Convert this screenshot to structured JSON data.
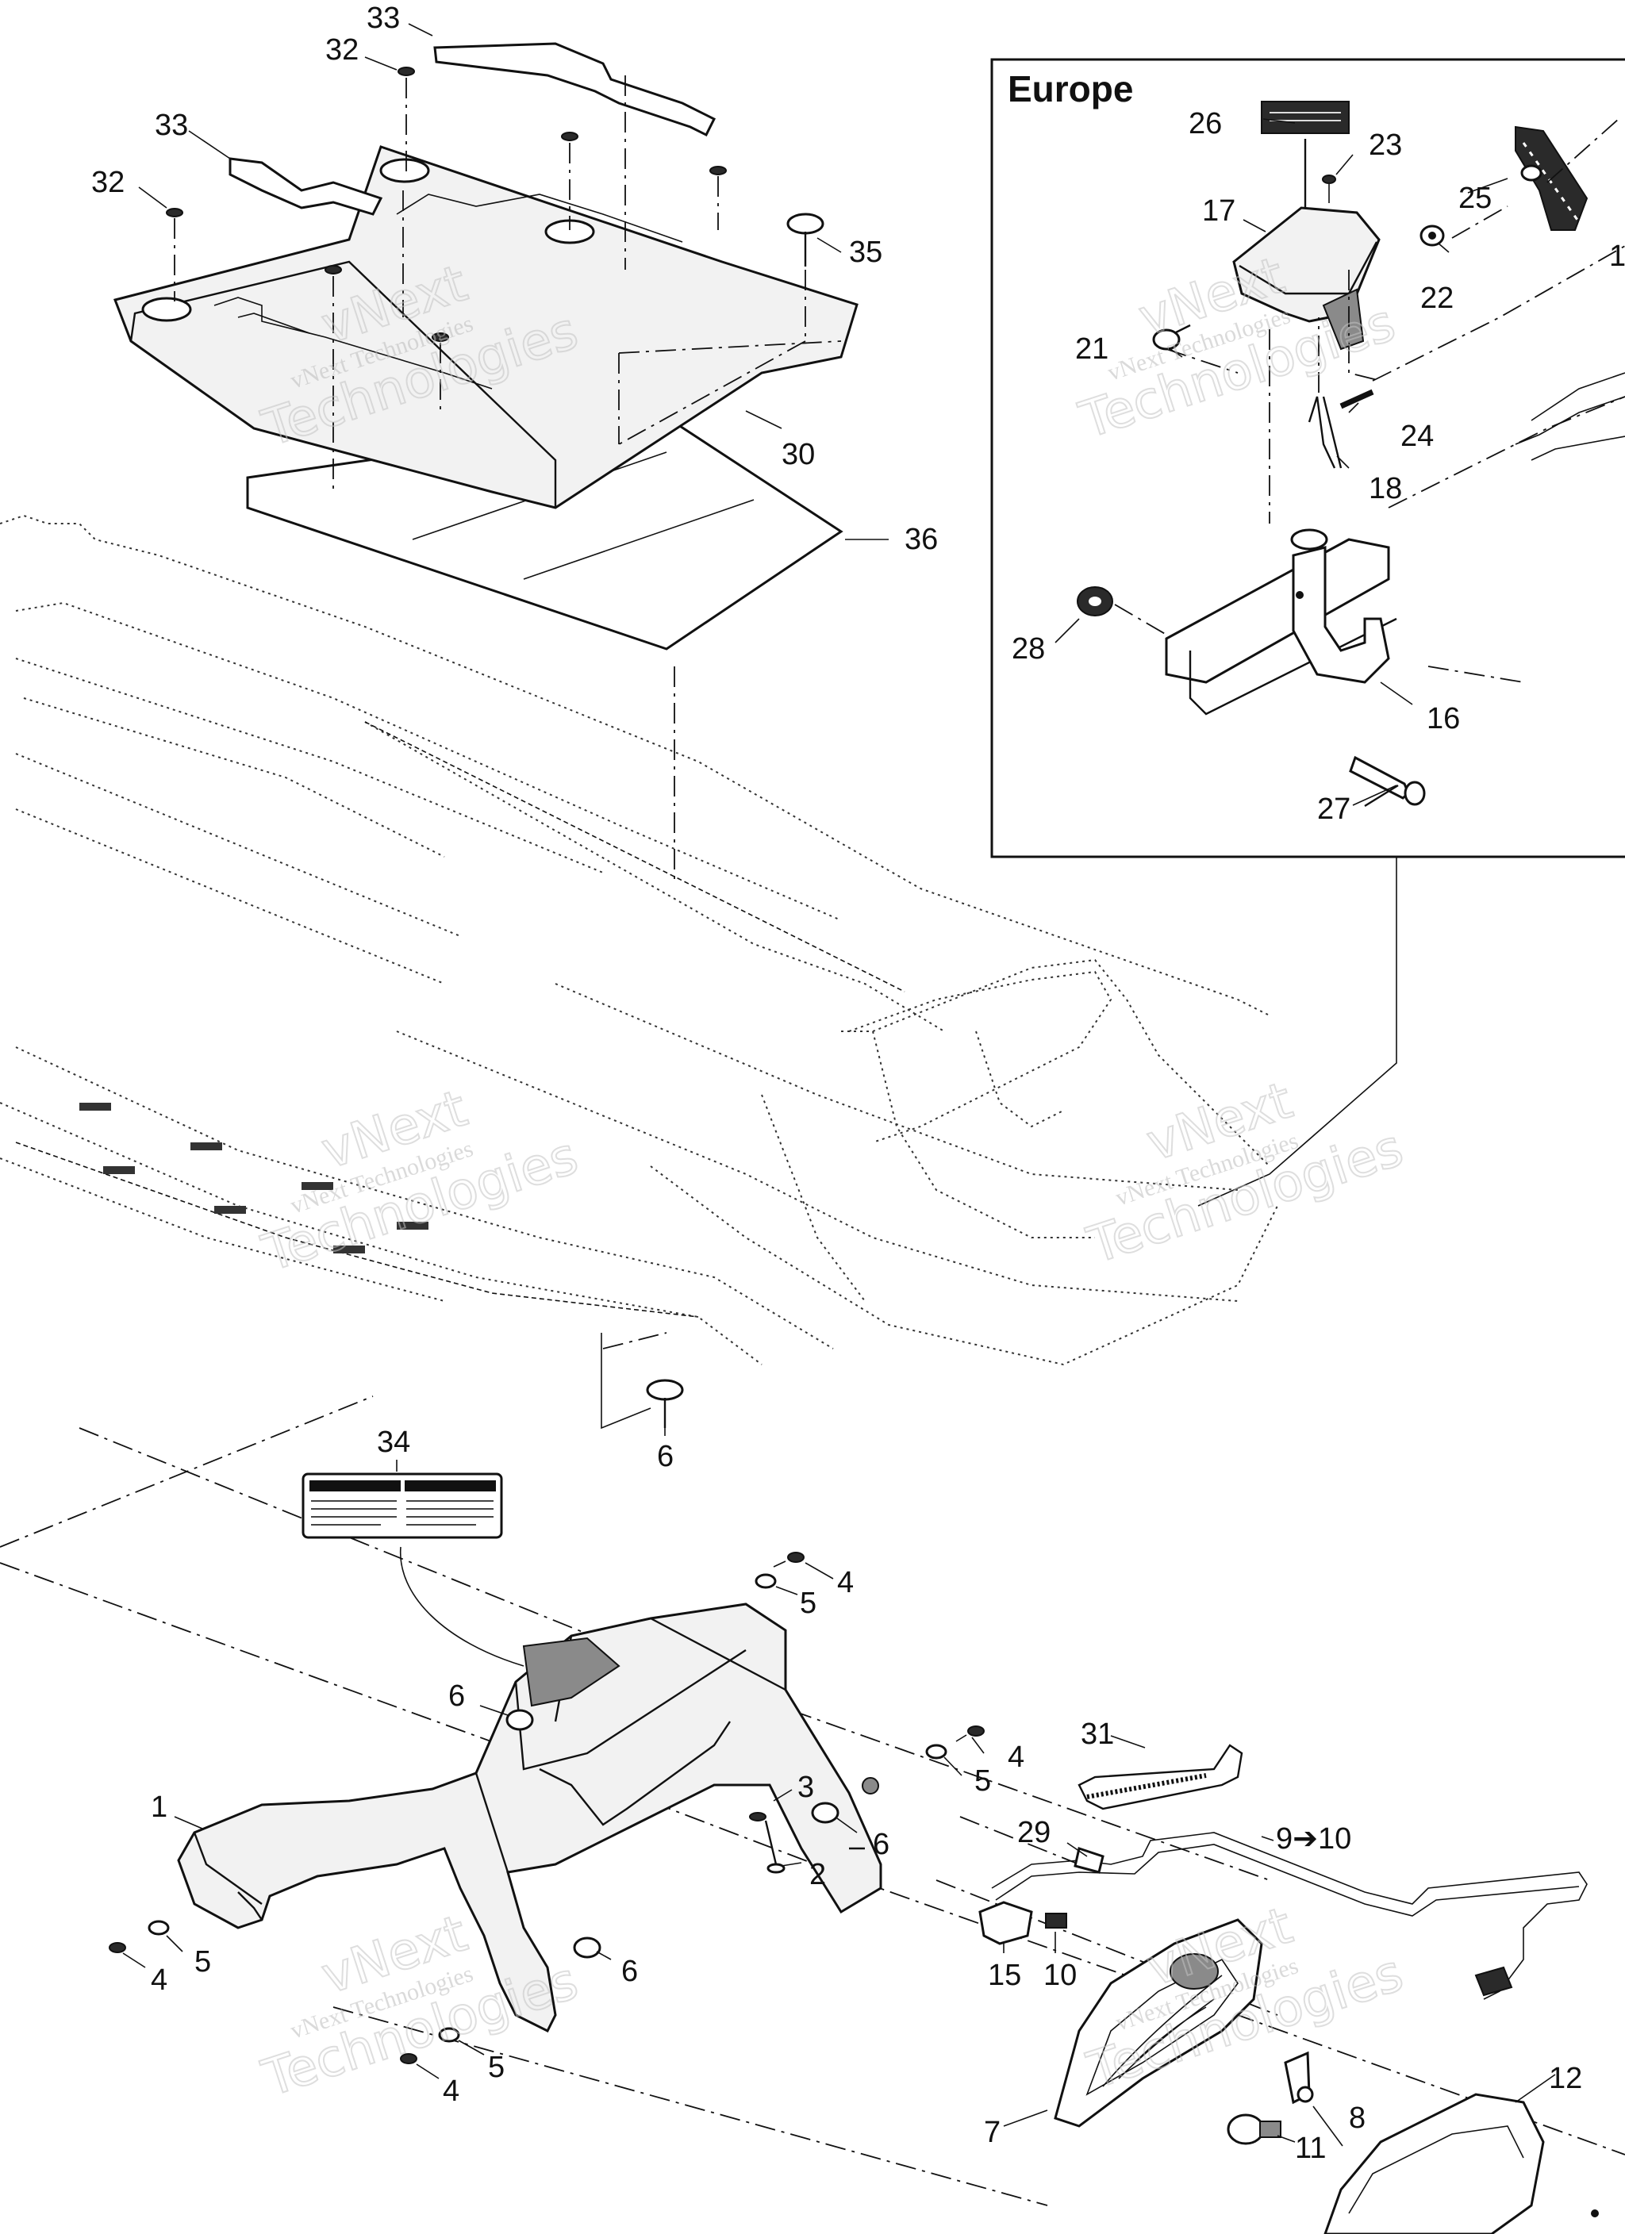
{
  "inset": {
    "title": "Europe"
  },
  "callouts": [
    {
      "id": "c33a",
      "text": "33"
    },
    {
      "id": "c32a",
      "text": "32"
    },
    {
      "id": "c33b",
      "text": "33"
    },
    {
      "id": "c32b",
      "text": "32"
    },
    {
      "id": "c35",
      "text": "35"
    },
    {
      "id": "c30",
      "text": "30"
    },
    {
      "id": "c36",
      "text": "36"
    },
    {
      "id": "c26",
      "text": "26"
    },
    {
      "id": "c23",
      "text": "23"
    },
    {
      "id": "c17",
      "text": "17"
    },
    {
      "id": "c25",
      "text": "25"
    },
    {
      "id": "c1e",
      "text": "1"
    },
    {
      "id": "c22",
      "text": "22"
    },
    {
      "id": "c21",
      "text": "21"
    },
    {
      "id": "c24",
      "text": "24"
    },
    {
      "id": "c18",
      "text": "18"
    },
    {
      "id": "c28",
      "text": "28"
    },
    {
      "id": "c16",
      "text": "16"
    },
    {
      "id": "c27",
      "text": "27"
    },
    {
      "id": "c6a",
      "text": "6"
    },
    {
      "id": "c34",
      "text": "34"
    },
    {
      "id": "c4a",
      "text": "4"
    },
    {
      "id": "c5a",
      "text": "5"
    },
    {
      "id": "c6b",
      "text": "6"
    },
    {
      "id": "c4b",
      "text": "4"
    },
    {
      "id": "c5b",
      "text": "5"
    },
    {
      "id": "c3",
      "text": "3"
    },
    {
      "id": "c6c",
      "text": "6"
    },
    {
      "id": "c2",
      "text": "2"
    },
    {
      "id": "c31",
      "text": "31"
    },
    {
      "id": "c29",
      "text": "29"
    },
    {
      "id": "c910",
      "text": "9➔10"
    },
    {
      "id": "c1",
      "text": "1"
    },
    {
      "id": "c5c",
      "text": "5"
    },
    {
      "id": "c4c",
      "text": "4"
    },
    {
      "id": "c6d",
      "text": "6"
    },
    {
      "id": "c15",
      "text": "15"
    },
    {
      "id": "c10",
      "text": "10"
    },
    {
      "id": "c5d",
      "text": "5"
    },
    {
      "id": "c4d",
      "text": "4"
    },
    {
      "id": "c7",
      "text": "7"
    },
    {
      "id": "c8",
      "text": "8"
    },
    {
      "id": "c11",
      "text": "11"
    },
    {
      "id": "c12",
      "text": "12"
    }
  ],
  "watermarks": [
    {
      "id": "w1",
      "line1": "vNext",
      "line2": "vNext Technologies",
      "line3": "Technologies"
    },
    {
      "id": "w2",
      "line1": "vNext",
      "line2": "vNext Technologies",
      "line3": "Technologies"
    },
    {
      "id": "w3",
      "line1": "vNext",
      "line2": "vNext Technologies",
      "line3": "Technologies"
    },
    {
      "id": "w4",
      "line1": "vNext",
      "line2": "vNext Technologies",
      "line3": "Technologies"
    },
    {
      "id": "w5",
      "line1": "vNext",
      "line2": "vNext Technologies",
      "line3": "Technologies"
    },
    {
      "id": "w6",
      "line1": "vNext",
      "line2": "vNext Technologies",
      "line3": "Technologies"
    }
  ]
}
